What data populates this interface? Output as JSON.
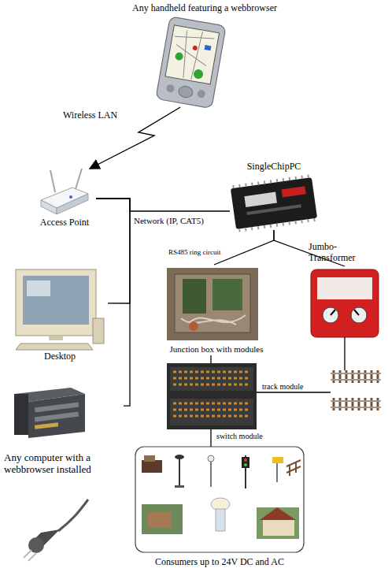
{
  "diagram": {
    "nodes": [
      {
        "text": [
          "Any handheld featuring a webbrowser"
        ]
      },
      {
        "text": [
          "Access Point"
        ]
      },
      {
        "text": [
          "SingleChipPC"
        ]
      },
      {
        "text": [
          "Desktop"
        ]
      },
      {
        "text": [
          "Any computer with a webbrowser installed"
        ]
      },
      {
        "text": [
          "Junction box with modules"
        ]
      },
      {
        "text": [
          "Jumbo-Transformer"
        ]
      },
      {
        "text": [
          "Consumers up to 24V DC and AC"
        ]
      }
    ],
    "edges": [
      {
        "from": 0,
        "to": 1,
        "label": "Wireless LAN",
        "arrow": "to"
      },
      {
        "from": 1,
        "to": 2,
        "label": "Network (IP, CAT5)",
        "arrow": "none"
      },
      {
        "from": 1,
        "to": 3,
        "arrow": "none"
      },
      {
        "from": 1,
        "to": 4,
        "arrow": "none"
      },
      {
        "from": 2,
        "to": 5,
        "label": "RS485 ring circuit",
        "arrow": "none"
      },
      {
        "from": 2,
        "to": 6,
        "arrow": "none"
      }
    ],
    "labels": [
      "track module",
      "switch module"
    ]
  }
}
